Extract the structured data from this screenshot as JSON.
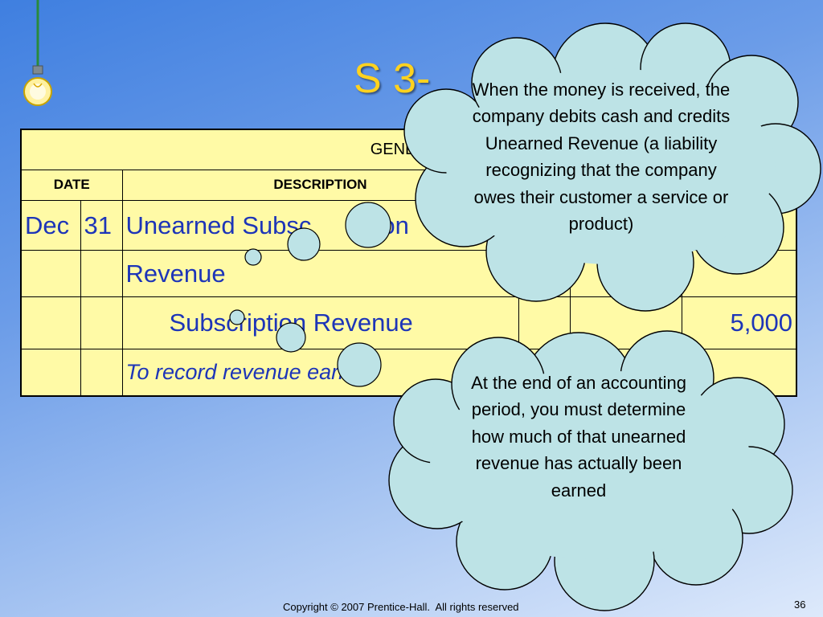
{
  "slide": {
    "title": "S 3-",
    "copyright": "Copyright © 2007 Prentice-Hall.  All rights reserved",
    "slide_number": "36"
  },
  "journal": {
    "title": "GENERAL",
    "headers": [
      "DATE",
      "",
      "DESCRIPTION"
    ],
    "rows": [
      {
        "month": "Dec",
        "day": "31",
        "description": "Unearned Subsc",
        "description_tail": "ion",
        "amount": ""
      },
      {
        "month": "",
        "day": "",
        "description": "Revenue",
        "amount": ""
      },
      {
        "month": "",
        "day": "",
        "description": "Subscription Revenue",
        "amount": "5,000"
      },
      {
        "month": "",
        "day": "",
        "description": "To record revenue earned",
        "amount": ""
      }
    ]
  },
  "callouts": [
    {
      "text": "When the money is received, the company debits cash and credits Unearned Revenue (a liability recognizing that the company owes their customer a service or product)"
    },
    {
      "text": "At the end of an accounting period, you must determine how much of that unearned revenue has actually been earned"
    }
  ],
  "colors": {
    "title": "#ffd21f",
    "table_fill": "#fffaa6",
    "entry_text": "#1d35b8",
    "callout_fill": "#bde3e6"
  },
  "icons": {
    "lightbulb": "lightbulb-icon"
  }
}
